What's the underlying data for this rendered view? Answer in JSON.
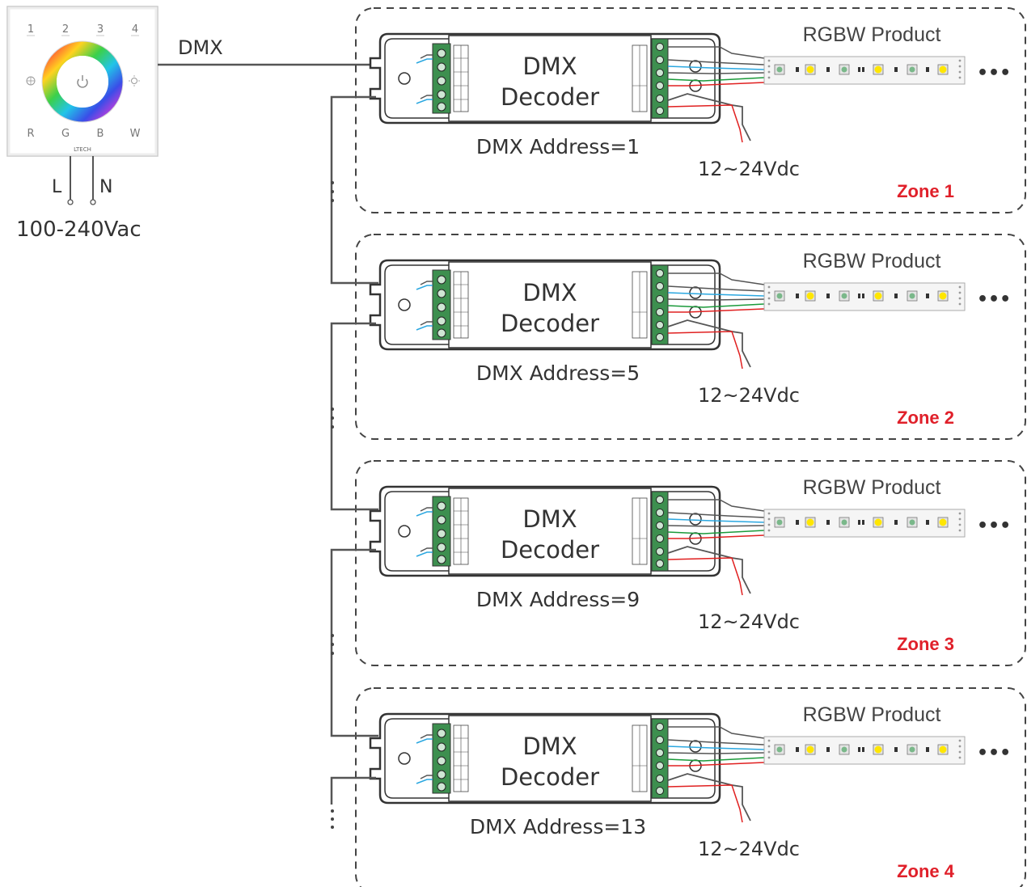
{
  "panel": {
    "channel_keys": [
      "1",
      "2",
      "3",
      "4"
    ],
    "color_keys": [
      "R",
      "G",
      "B",
      "W"
    ],
    "brand": "LTECH"
  },
  "power_input": {
    "live": "L",
    "neutral": "N",
    "voltage": "100-240Vac"
  },
  "signal_label": "DMX",
  "decoder": {
    "line1": "DMX",
    "line2": "Decoder"
  },
  "zones": [
    {
      "address": "DMX Address=1",
      "supply": "12~24Vdc",
      "product": "RGBW Product",
      "zone": "Zone 1"
    },
    {
      "address": "DMX Address=5",
      "supply": "12~24Vdc",
      "product": "RGBW Product",
      "zone": "Zone 2"
    },
    {
      "address": "DMX Address=9",
      "supply": "12~24Vdc",
      "product": "RGBW Product",
      "zone": "Zone 3"
    },
    {
      "address": "DMX Address=13",
      "supply": "12~24Vdc",
      "product": "RGBW Product",
      "zone": "Zone 4"
    }
  ],
  "strip_continuation": "•••",
  "colors": {
    "wire_dark": "#555555",
    "wire_blue": "#2aa7e0",
    "wire_green": "#1a9a3a",
    "wire_red": "#e02020",
    "terminal_green": "#3d8f4f",
    "zone_label": "#e0202a",
    "led_yellow": "#ffe600"
  }
}
